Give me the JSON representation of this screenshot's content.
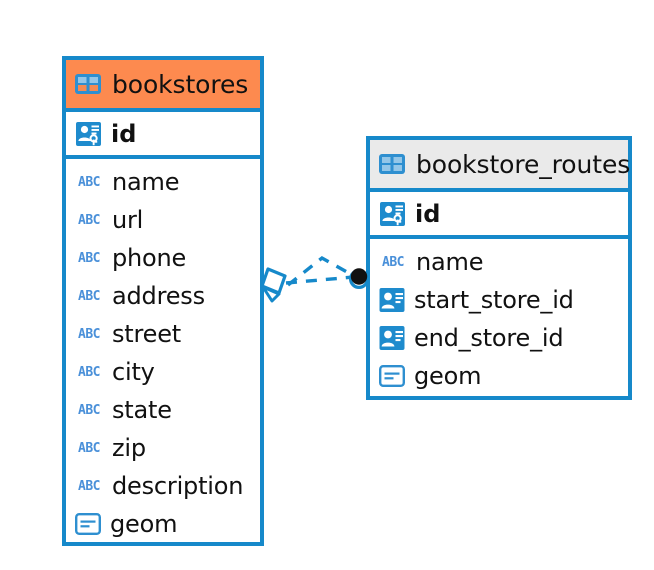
{
  "diagram": {
    "type": "entity-relationship-diagram",
    "background_color": "#ffffff",
    "accent_color": "#1689ca",
    "highlight_color": "#fd8a4f",
    "header_grey": "#eaeaea"
  },
  "entities": [
    {
      "name": "bookstores",
      "header_style": "orange",
      "header_icon": "table-icon",
      "primary_key": {
        "label": "id",
        "icon": "primary-key-icon"
      },
      "fields": [
        {
          "label": "name",
          "icon": "abc-icon",
          "icon_text": "ABC"
        },
        {
          "label": "url",
          "icon": "abc-icon",
          "icon_text": "ABC"
        },
        {
          "label": "phone",
          "icon": "abc-icon",
          "icon_text": "ABC"
        },
        {
          "label": "address",
          "icon": "abc-icon",
          "icon_text": "ABC"
        },
        {
          "label": "street",
          "icon": "abc-icon",
          "icon_text": "ABC"
        },
        {
          "label": "city",
          "icon": "abc-icon",
          "icon_text": "ABC"
        },
        {
          "label": "state",
          "icon": "abc-icon",
          "icon_text": "ABC"
        },
        {
          "label": "zip",
          "icon": "abc-icon",
          "icon_text": "ABC"
        },
        {
          "label": "description",
          "icon": "abc-icon",
          "icon_text": "ABC"
        },
        {
          "label": "geom",
          "icon": "geometry-icon"
        }
      ]
    },
    {
      "name": "bookstore_routes",
      "header_style": "grey",
      "header_icon": "table-icon",
      "primary_key": {
        "label": "id",
        "icon": "primary-key-icon"
      },
      "fields": [
        {
          "label": "name",
          "icon": "abc-icon",
          "icon_text": "ABC"
        },
        {
          "label": "start_store_id",
          "icon": "foreign-key-icon"
        },
        {
          "label": "end_store_id",
          "icon": "foreign-key-icon"
        },
        {
          "label": "geom",
          "icon": "geometry-icon"
        }
      ]
    }
  ],
  "relationship": {
    "style": "dashed",
    "color": "#1689ca",
    "source_marker": "diamond-marker",
    "target_marker": "filled-circle-marker",
    "target_marker_color": "#111111"
  }
}
